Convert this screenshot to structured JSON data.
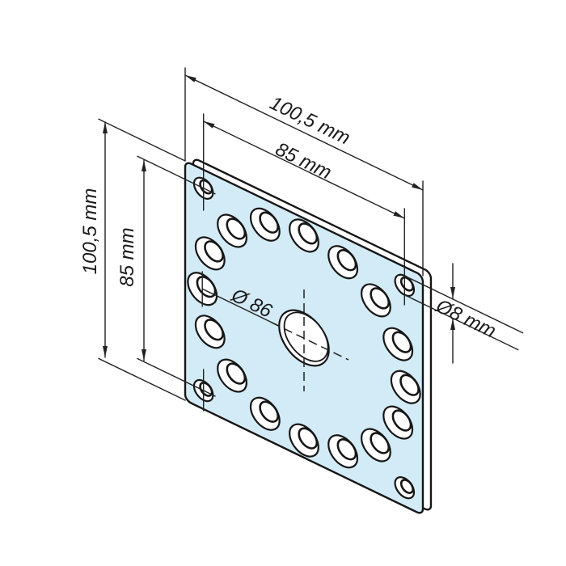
{
  "drawing": {
    "labels": {
      "top_width": "100,5 mm",
      "top_hole_spacing": "85 mm",
      "left_height": "100,5 mm",
      "left_hole_spacing": "85 mm",
      "bolt_circle": "Ø 86",
      "small_hole": "Ø8 mm"
    },
    "plate": {
      "size_mm": 100.5,
      "hole_spacing_mm": 85,
      "bolt_circle_mm": 86,
      "small_hole_mm": 8,
      "ring_hole_count": 16
    },
    "colors": {
      "plate_fill": "#d2ebf7",
      "plate_side_fill": "#ffffff",
      "line": "#222222",
      "background": "#ffffff"
    }
  }
}
